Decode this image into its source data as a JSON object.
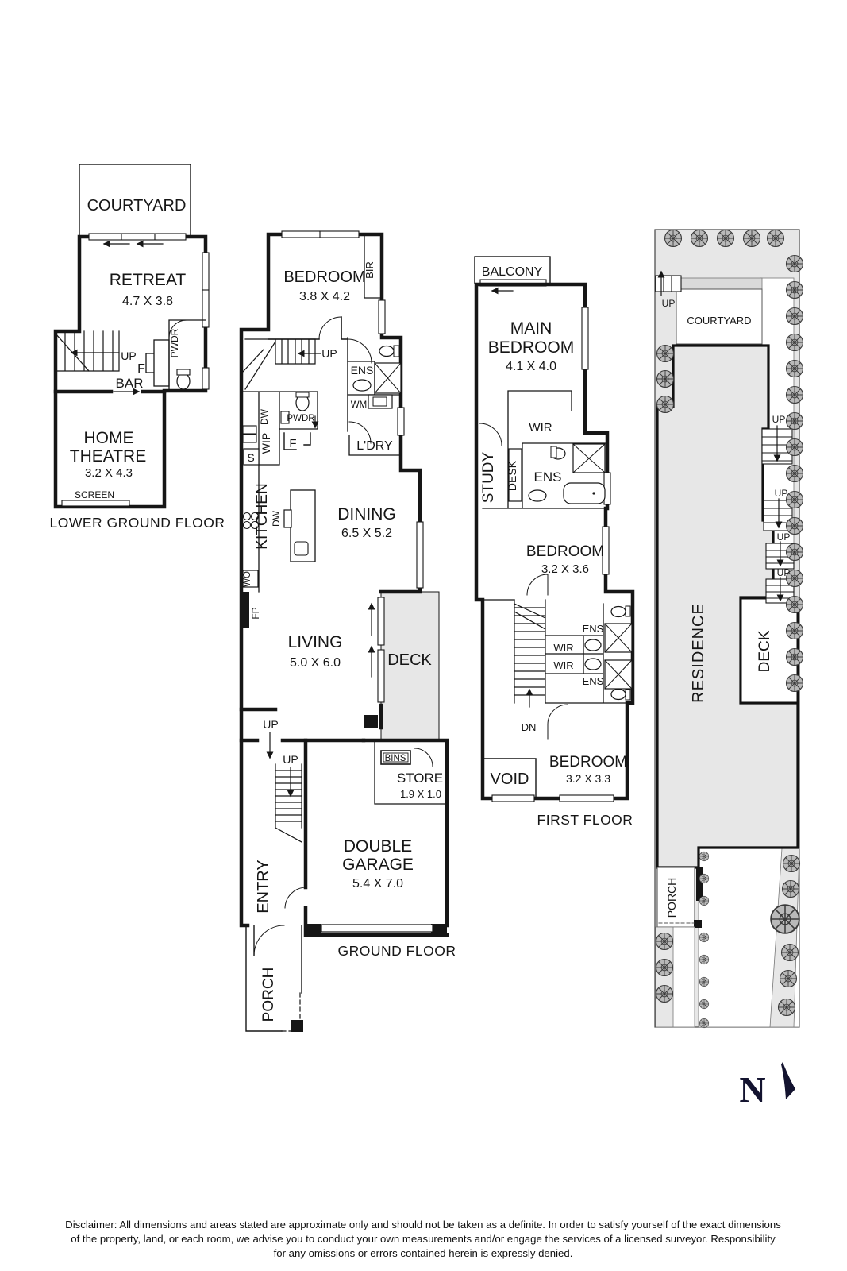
{
  "colors": {
    "wall": "#161616",
    "site_fill": "#e7e7e7",
    "north": "#13132f"
  },
  "lower_ground_floor": {
    "title": "LOWER GROUND FLOOR",
    "courtyard": "COURTYARD",
    "retreat": "RETREAT",
    "retreat_dims": "4.7 X 3.8",
    "up": "UP",
    "fridge": "F",
    "bar": "BAR",
    "pwdr": "PWDR",
    "home_theatre_line1": "HOME",
    "home_theatre_line2": "THEATRE",
    "home_theatre_dims": "3.2 X 4.3",
    "screen": "SCREEN"
  },
  "ground_floor": {
    "title": "GROUND FLOOR",
    "bedroom": "BEDROOM",
    "bedroom_dims": "3.8 X 4.2",
    "bir": "BIR",
    "up_stairs": "UP",
    "ens": "ENS",
    "wm": "WM",
    "laundry": "L'DRY",
    "pwdr": "PWDR",
    "fridge": "F",
    "wip": "WIP",
    "dw_pantry": "DW",
    "sink": "S",
    "kitchen": "KITCHEN",
    "dw_island": "DW",
    "wall_oven": "WO",
    "fireplace": "FP",
    "dining": "DINING",
    "dining_dims": "6.5 X 5.2",
    "living": "LIVING",
    "living_dims": "5.0 X 6.0",
    "deck": "DECK",
    "up_landing": "UP",
    "up_lower": "UP",
    "bins": "BINS",
    "store": "STORE",
    "store_dims": "1.9 X 1.0",
    "garage_line1": "DOUBLE",
    "garage_line2": "GARAGE",
    "garage_dims": "5.4 X 7.0",
    "entry": "ENTRY",
    "porch": "PORCH"
  },
  "first_floor": {
    "title": "FIRST FLOOR",
    "balcony": "BALCONY",
    "main_bedroom_line1": "MAIN",
    "main_bedroom_line2": "BEDROOM",
    "main_bedroom_dims": "4.1 X 4.0",
    "wir_main": "WIR",
    "study": "STUDY",
    "desk": "DESK",
    "ens_main": "ENS",
    "bedroom2": "BEDROOM",
    "bedroom2_dims": "3.2 X 3.6",
    "ens2": "ENS",
    "wir2": "WIR",
    "wir3": "WIR",
    "ens3": "ENS",
    "dn": "DN",
    "void": "VOID",
    "bedroom3": "BEDROOM",
    "bedroom3_dims": "3.2 X 3.3"
  },
  "site_plan": {
    "up1": "UP",
    "courtyard": "COURTYARD",
    "up2": "UP",
    "up3": "UP",
    "up4": "UP",
    "up5": "UP",
    "residence": "RESIDENCE",
    "deck": "DECK",
    "porch": "PORCH",
    "north": "N"
  },
  "disclaimer": {
    "line1": "Disclaimer: All dimensions and areas stated are approximate only and should not be taken as a definite. In order to satisfy yourself of the exact dimensions",
    "line2": "of the property, land, or each room, we advise you to conduct your own measurements and/or engage the services of a licensed surveyor. Responsibility",
    "line3": "for any omissions or errors contained herein is expressly denied."
  }
}
